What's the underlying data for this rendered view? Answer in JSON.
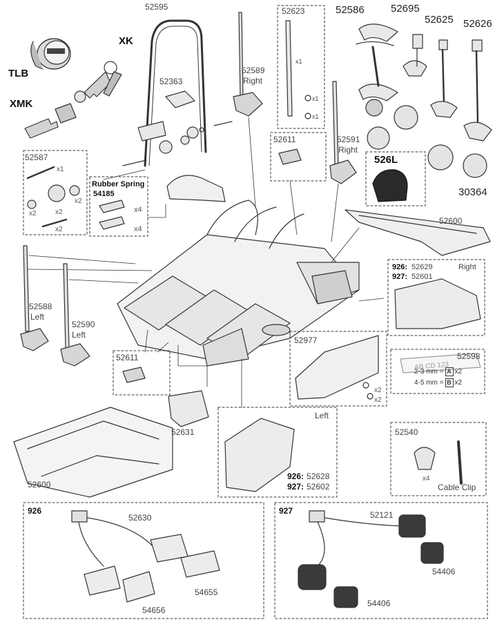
{
  "parts": {
    "p52595": "52595",
    "p52623": "52623",
    "p52586": "52586",
    "p52695": "52695",
    "p52625": "52625",
    "p52626": "52626",
    "p52363": "52363",
    "p52589": "52589",
    "p52589_side": "Right",
    "p52591": "52591",
    "p52591_side": "Right",
    "p52611a": "52611",
    "p52587": "52587",
    "rubber_spring_title": "Rubber Spring",
    "rubber_spring_no": "54185",
    "p526L": "526L",
    "p30364": "30364",
    "p52600a": "52600",
    "p52588": "52588",
    "p52588_side": "Left",
    "p52590": "52590",
    "p52590_side": "Left",
    "p52629_model": "926:",
    "p52629": "52629",
    "p52629_side": "Right",
    "p52601_model": "927:",
    "p52601": "52601",
    "p52977": "52977",
    "p52611b": "52611",
    "p52598": "52598",
    "p52631": "52631",
    "left_side": "Left",
    "p52628_model": "926:",
    "p52628": "52628",
    "p52602_model": "927:",
    "p52602": "52602",
    "p52540": "52540",
    "cable_clip": "Cable Clip",
    "p52600b": "52600",
    "kit926": "926",
    "p52630": "52630",
    "p54655": "54655",
    "p54656": "54656",
    "kit927": "927",
    "p52121": "52121",
    "p54406a": "54406",
    "p54406b": "54406"
  },
  "keys": {
    "tlb": "TLB",
    "xk": "XK",
    "xmk": "XMK"
  },
  "quantities": {
    "x1": "x1",
    "x2": "x2",
    "x4": "x4"
  },
  "plate": {
    "text": "AB CD 123",
    "row1_mm": "2-3 mm =",
    "row1_code": "A",
    "row2_mm": "4-5 mm =",
    "row2_code": "B"
  },
  "colors": {
    "line": "#333333",
    "fill_light": "#f2f2f2",
    "fill_mid": "#d6d6d6",
    "fill_dark": "#2a2a2a"
  }
}
